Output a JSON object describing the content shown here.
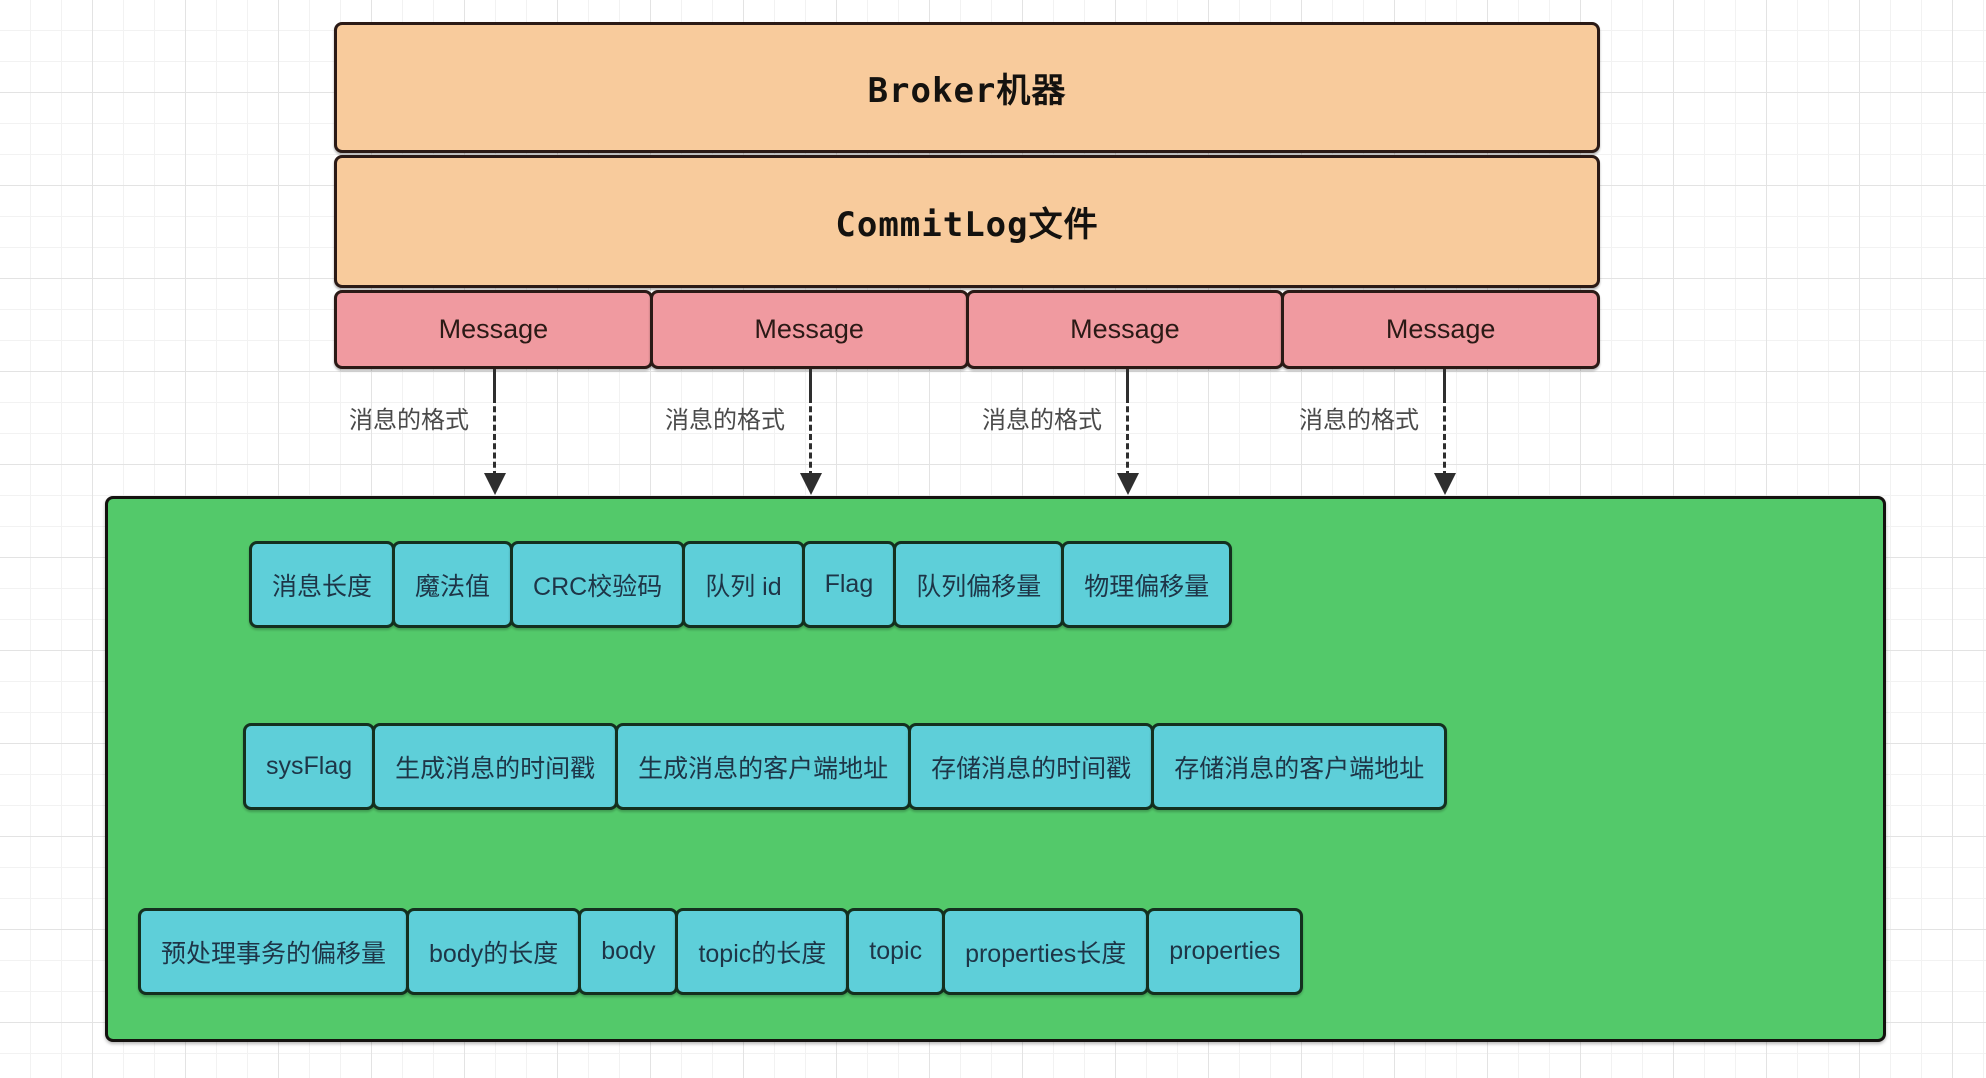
{
  "diagram": {
    "title_top": "Broker机器",
    "title_commitlog": "CommitLog文件",
    "messages": [
      {
        "label": "Message"
      },
      {
        "label": "Message"
      },
      {
        "label": "Message"
      },
      {
        "label": "Message"
      }
    ],
    "connector_labels": [
      "消息的格式",
      "消息的格式",
      "消息的格式",
      "消息的格式"
    ],
    "format_rows": [
      {
        "fields": [
          "消息长度",
          "魔法值",
          "CRC校验码",
          "队列 id",
          "Flag",
          "队列偏移量",
          "物理偏移量"
        ]
      },
      {
        "fields": [
          "sysFlag",
          "生成消息的时间戳",
          "生成消息的客户端地址",
          "存储消息的时间戳",
          "存储消息的客户端地址"
        ]
      },
      {
        "fields": [
          "预处理事务的偏移量",
          "body的长度",
          "body",
          "topic的长度",
          "topic",
          "properties长度",
          "properties"
        ]
      }
    ],
    "colors": {
      "broker_fill": "#f8cb9c",
      "commitlog_fill": "#f8cb9c",
      "message_fill": "#f09aa0",
      "container_fill": "#53c96a",
      "field_fill": "#5ecfd9",
      "stroke": "#2b1a16",
      "connector": "#2e2e2e"
    }
  }
}
